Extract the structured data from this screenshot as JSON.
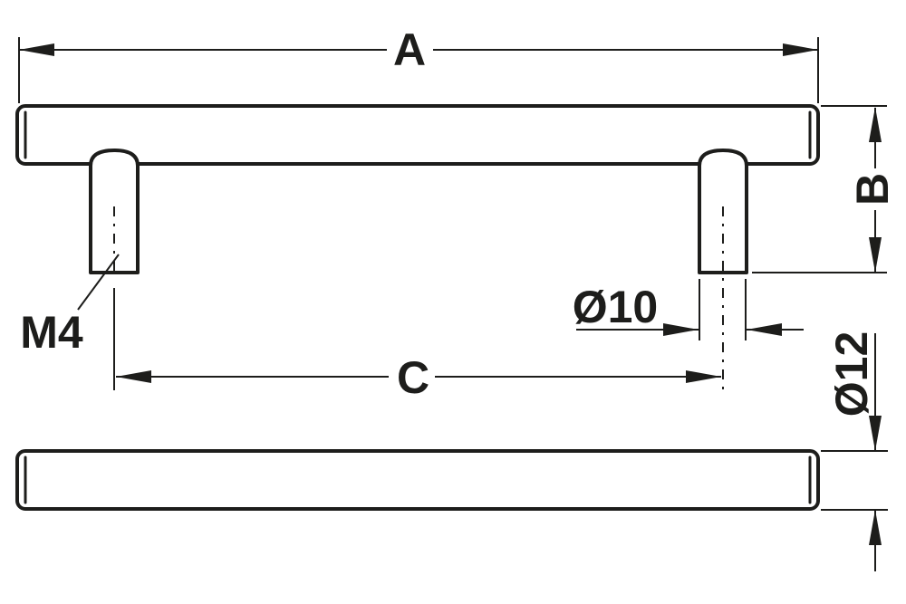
{
  "drawing": {
    "labels": {
      "overall_length": "A",
      "projection_height": "B",
      "hole_spacing": "C",
      "thread": "M4",
      "post_diameter": "Ø10",
      "bar_diameter": "Ø12"
    },
    "colors": {
      "line": "#1d1d1b",
      "text": "#1d1d1b",
      "background": "#ffffff"
    }
  }
}
